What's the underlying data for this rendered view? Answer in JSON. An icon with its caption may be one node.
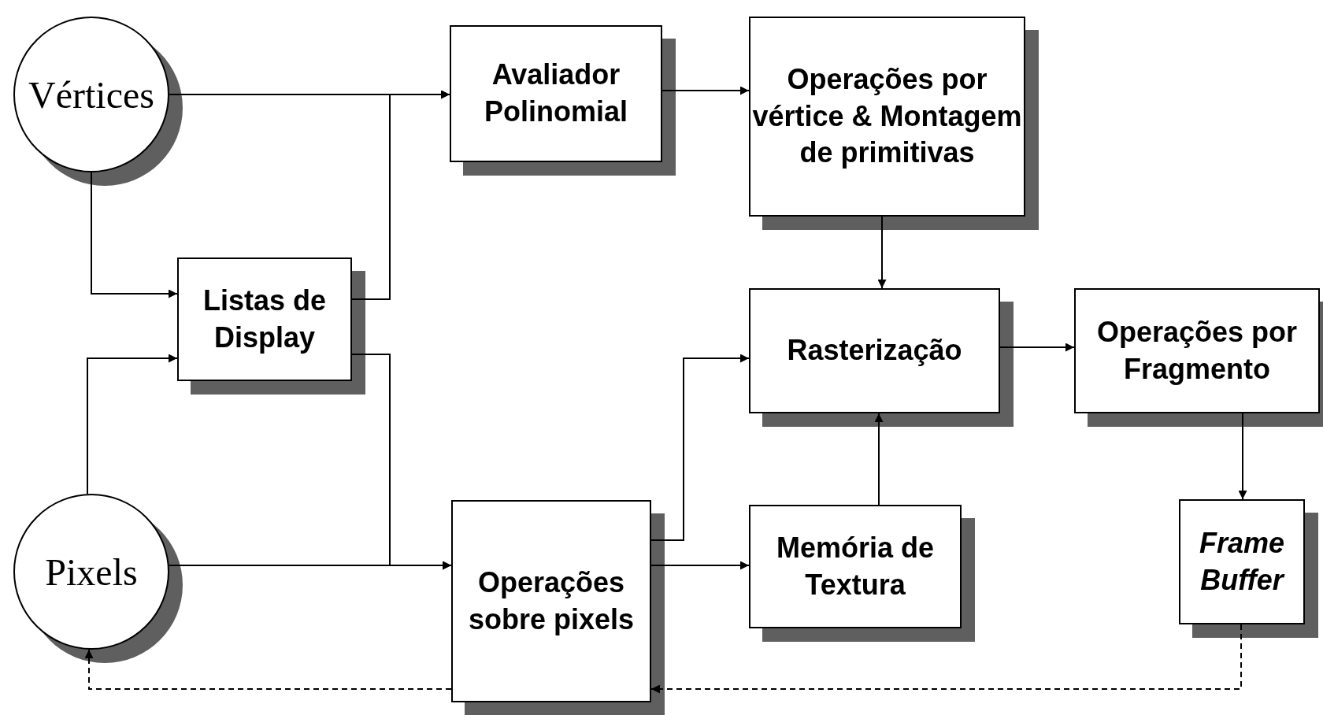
{
  "diagram": {
    "nodes": [
      {
        "text": [
          "Vértices"
        ]
      },
      {
        "text": [
          "Pixels"
        ]
      },
      {
        "text": [
          "Avaliador Polinomial"
        ]
      },
      {
        "text": [
          "Operações por vértice & Montagem de primitivas"
        ]
      },
      {
        "text": [
          "Listas de Display"
        ]
      },
      {
        "text": [
          "Rasterização"
        ]
      },
      {
        "text": [
          "Operações por Fragmento"
        ]
      },
      {
        "text": [
          "Operações sobre pixels"
        ]
      },
      {
        "text": [
          "Memória de Textura"
        ]
      },
      {
        "text": [
          "Frame Buffer"
        ]
      }
    ],
    "edges": [
      {
        "from": 0,
        "to": 2,
        "arrow": "to"
      },
      {
        "from": 0,
        "to": 4,
        "arrow": "to"
      },
      {
        "from": 4,
        "to": 2,
        "arrow": "to"
      },
      {
        "from": 1,
        "to": 4,
        "arrow": "to"
      },
      {
        "from": 4,
        "to": 7,
        "arrow": "to"
      },
      {
        "from": 1,
        "to": 7,
        "arrow": "to"
      },
      {
        "from": 2,
        "to": 3,
        "arrow": "to"
      },
      {
        "from": 3,
        "to": 5,
        "arrow": "to"
      },
      {
        "from": 7,
        "to": 5,
        "arrow": "to"
      },
      {
        "from": 7,
        "to": 8,
        "arrow": "to"
      },
      {
        "from": 8,
        "to": 5,
        "arrow": "to"
      },
      {
        "from": 5,
        "to": 6,
        "arrow": "to"
      },
      {
        "from": 6,
        "to": 9,
        "arrow": "to"
      },
      {
        "from": 9,
        "to": 7,
        "arrow": "to",
        "style": "dashed"
      },
      {
        "from": 7,
        "to": 1,
        "arrow": "to",
        "style": "dashed"
      }
    ]
  }
}
